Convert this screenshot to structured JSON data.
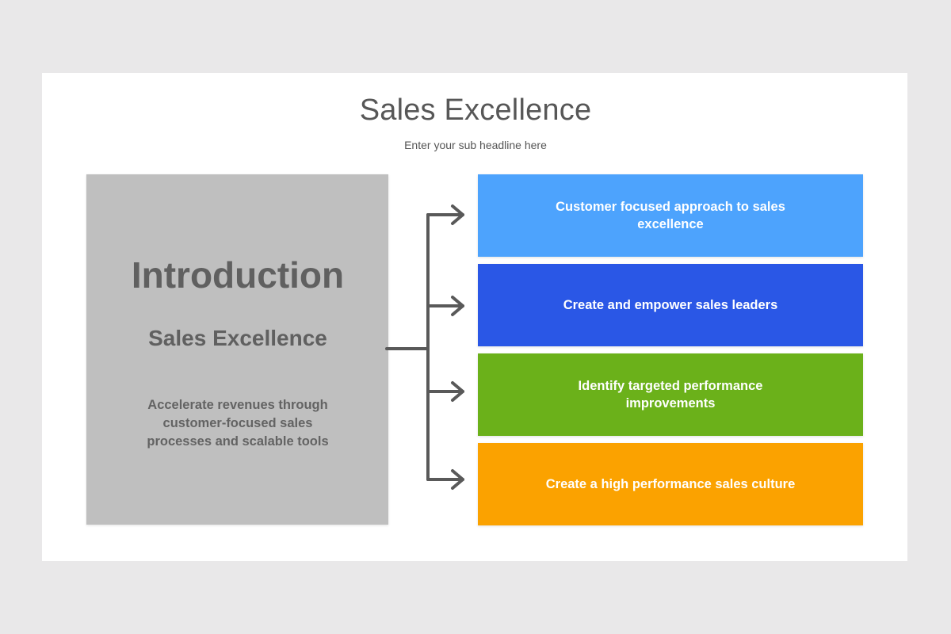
{
  "header": {
    "title": "Sales Excellence",
    "subtitle": "Enter your sub headline here"
  },
  "intro": {
    "heading": "Introduction",
    "subheading": "Sales Excellence",
    "body": "Accelerate revenues through customer-focused sales processes and scalable tools",
    "color": "#bfbfbf"
  },
  "items": [
    {
      "label": "Customer focused approach to sales excellence",
      "color": "#4da3fd"
    },
    {
      "label": "Create and empower sales leaders",
      "color": "#2a57e6"
    },
    {
      "label": "Identify targeted performance improvements",
      "color": "#6bb11a"
    },
    {
      "label": "Create a high performance sales culture",
      "color": "#fba200"
    }
  ],
  "connector": {
    "color": "#595959",
    "icon": "branch-arrows"
  }
}
